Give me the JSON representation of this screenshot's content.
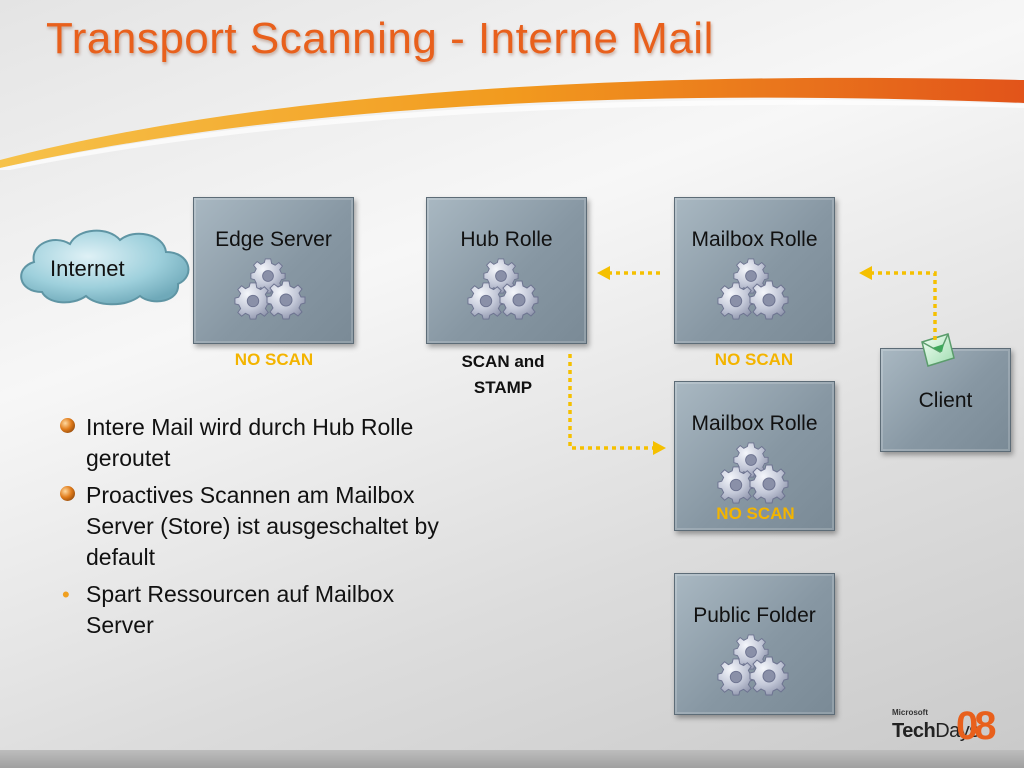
{
  "title": "Transport Scanning - Interne Mail",
  "internet": {
    "label": "Internet"
  },
  "nodes": {
    "edge": {
      "label": "Edge Server",
      "status": "NO SCAN"
    },
    "hub": {
      "label": "Hub Rolle",
      "status": "SCAN and STAMP",
      "status_line1": "SCAN and",
      "status_line2": "STAMP"
    },
    "mailbox1": {
      "label": "Mailbox Rolle",
      "status": "NO SCAN"
    },
    "mailbox2": {
      "label": "Mailbox Rolle",
      "status": "NO SCAN"
    },
    "public_folder": {
      "label": "Public Folder"
    },
    "client": {
      "label": "Client"
    }
  },
  "bullets": [
    {
      "text": "Intere Mail wird durch Hub Rolle geroutet",
      "marker": "orange-ball"
    },
    {
      "text": "Proactives Scannen am Mailbox Server (Store) ist ausgeschaltet by default",
      "marker": "orange-ball"
    },
    {
      "text": "Spart Ressourcen auf Mailbox Server",
      "marker": "dot"
    }
  ],
  "logo": {
    "ms": "Microsoft",
    "tech": "Tech",
    "days": "Days",
    "year": "08"
  },
  "colors": {
    "title": "#e8601c",
    "status": "#f3b400",
    "arrow": "#f5c000",
    "node": "#8797a3"
  }
}
